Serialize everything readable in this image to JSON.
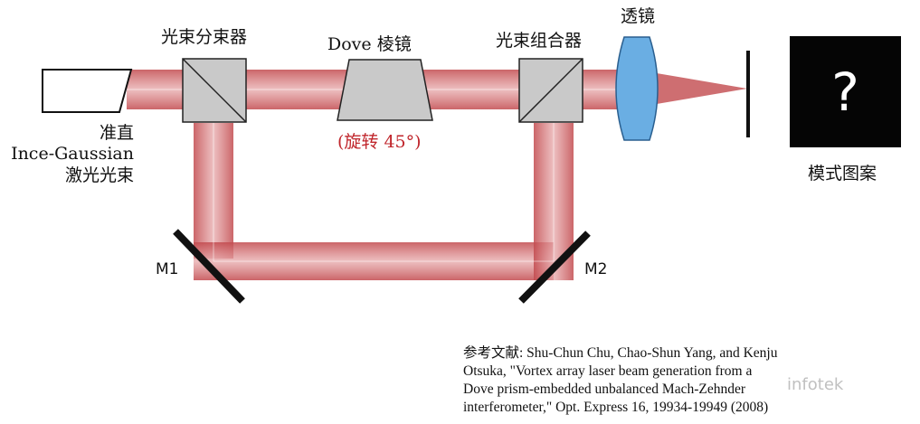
{
  "labels": {
    "beam_splitter": "光束分束器",
    "dove_prism": "Dove 棱镜",
    "beam_combiner": "光束组合器",
    "lens": "透镜",
    "rotation": "(旋转 45°)",
    "source_line1": "准直",
    "source_line2": "Ince-Gaussian",
    "source_line3": "激光光束",
    "pattern": "模式图案",
    "mirror1": "M1",
    "mirror2": "M2",
    "unknown": "?"
  },
  "reference": {
    "line1": "参考文献: Shu-Chun Chu, Chao-Shun Yang, and Kenju",
    "line2": "Otsuka, \"Vortex array laser beam generation from a",
    "line3": "Dove prism-embedded unbalanced Mach-Zehnder",
    "line4": "interferometer,\" Opt. Express 16, 19934-19949 (2008)"
  },
  "watermark": "infotek",
  "colors": {
    "beam": "#c24a4e",
    "component_gray": "#c9c9c9",
    "lens_blue": "#6aaee3",
    "rotation_red": "#c0262c"
  }
}
